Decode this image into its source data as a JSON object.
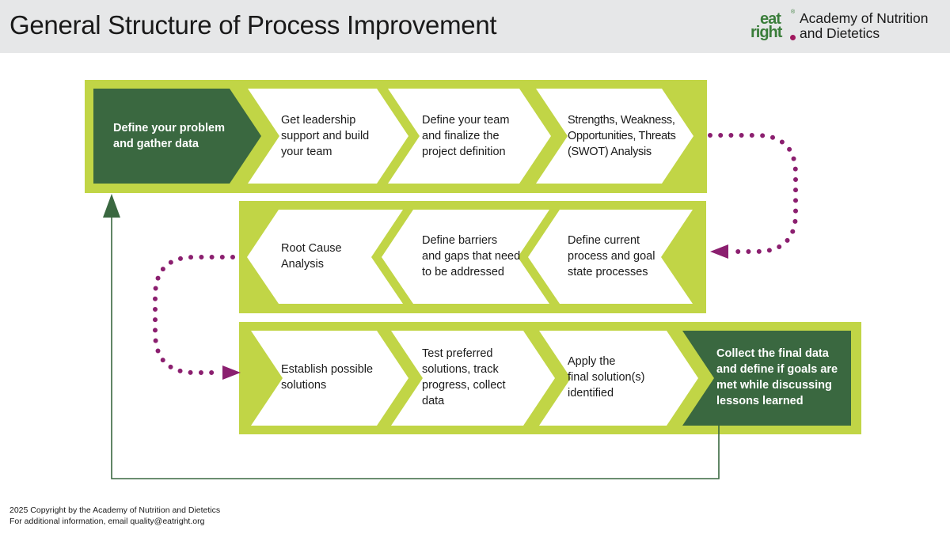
{
  "header": {
    "title": "General Structure of Process Improvement",
    "logo": {
      "mark_top": "eat",
      "mark_bottom": "right",
      "registered": "®",
      "org_line1": "Academy of Nutrition",
      "org_line2": "and Dietetics"
    }
  },
  "colors": {
    "frame": "#c1d546",
    "dark_step": "#3a6840",
    "connector": "#8b1f6f",
    "feedback_line": "#3a6840",
    "header_bg": "#e6e7e8"
  },
  "rows": [
    {
      "direction": "right",
      "steps": [
        {
          "lines": [
            "Define your problem",
            "and gather data"
          ],
          "highlight": true
        },
        {
          "lines": [
            "Get leadership",
            "support and build",
            "your team"
          ],
          "highlight": false
        },
        {
          "lines": [
            "Define your team",
            "and finalize the",
            "project definition"
          ],
          "highlight": false
        },
        {
          "lines": [
            "Strengths, Weakness,",
            "Opportunities, Threats",
            "(SWOT) Analysis"
          ],
          "highlight": false
        }
      ]
    },
    {
      "direction": "left",
      "steps": [
        {
          "lines": [
            "Root Cause",
            "Analysis"
          ],
          "highlight": false
        },
        {
          "lines": [
            "Define barriers",
            "and gaps that need",
            "to be addressed"
          ],
          "highlight": false
        },
        {
          "lines": [
            "Define current",
            "process and goal",
            "state processes"
          ],
          "highlight": false
        }
      ]
    },
    {
      "direction": "right",
      "steps": [
        {
          "lines": [
            "Establish possible",
            "solutions"
          ],
          "highlight": false
        },
        {
          "lines": [
            "Test preferred",
            "solutions, track",
            "progress, collect",
            "data"
          ],
          "highlight": false
        },
        {
          "lines": [
            "Apply the",
            "final solution(s)",
            "identified"
          ],
          "highlight": false
        },
        {
          "lines": [
            "Collect the final data",
            "and define if goals are",
            "met while discussing",
            "lessons learned"
          ],
          "highlight": true
        }
      ]
    }
  ],
  "footer": {
    "copyright": "2025 Copyright by the Academy of Nutrition and Dietetics",
    "contact": "For additional information, email quality@eatright.org"
  }
}
